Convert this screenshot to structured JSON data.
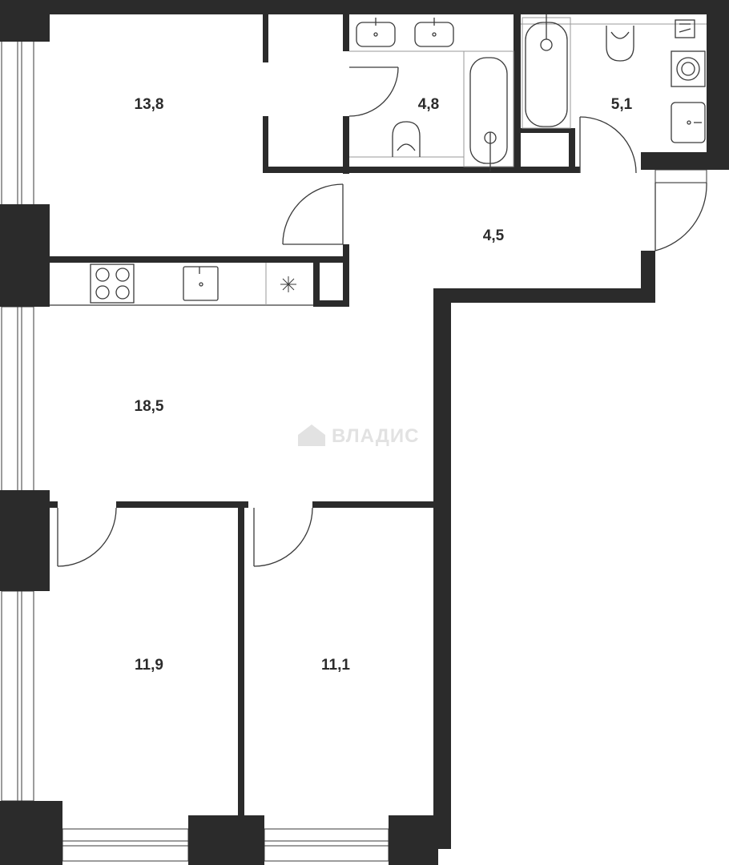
{
  "rooms": [
    {
      "id": "room-top-left",
      "area": "13,8"
    },
    {
      "id": "bathroom-1",
      "area": "4,8"
    },
    {
      "id": "bathroom-2",
      "area": "5,1"
    },
    {
      "id": "hallway",
      "area": "4,5"
    },
    {
      "id": "living-kitchen",
      "area": "18,5"
    },
    {
      "id": "bedroom-left",
      "area": "11,9"
    },
    {
      "id": "bedroom-right",
      "area": "11,1"
    }
  ],
  "watermark": {
    "text": "ВЛАДИС"
  },
  "colors": {
    "wall": "#2b2b2b",
    "line": "#3a3a3a",
    "background": "#ffffff",
    "watermark": "#e2e2e2"
  }
}
